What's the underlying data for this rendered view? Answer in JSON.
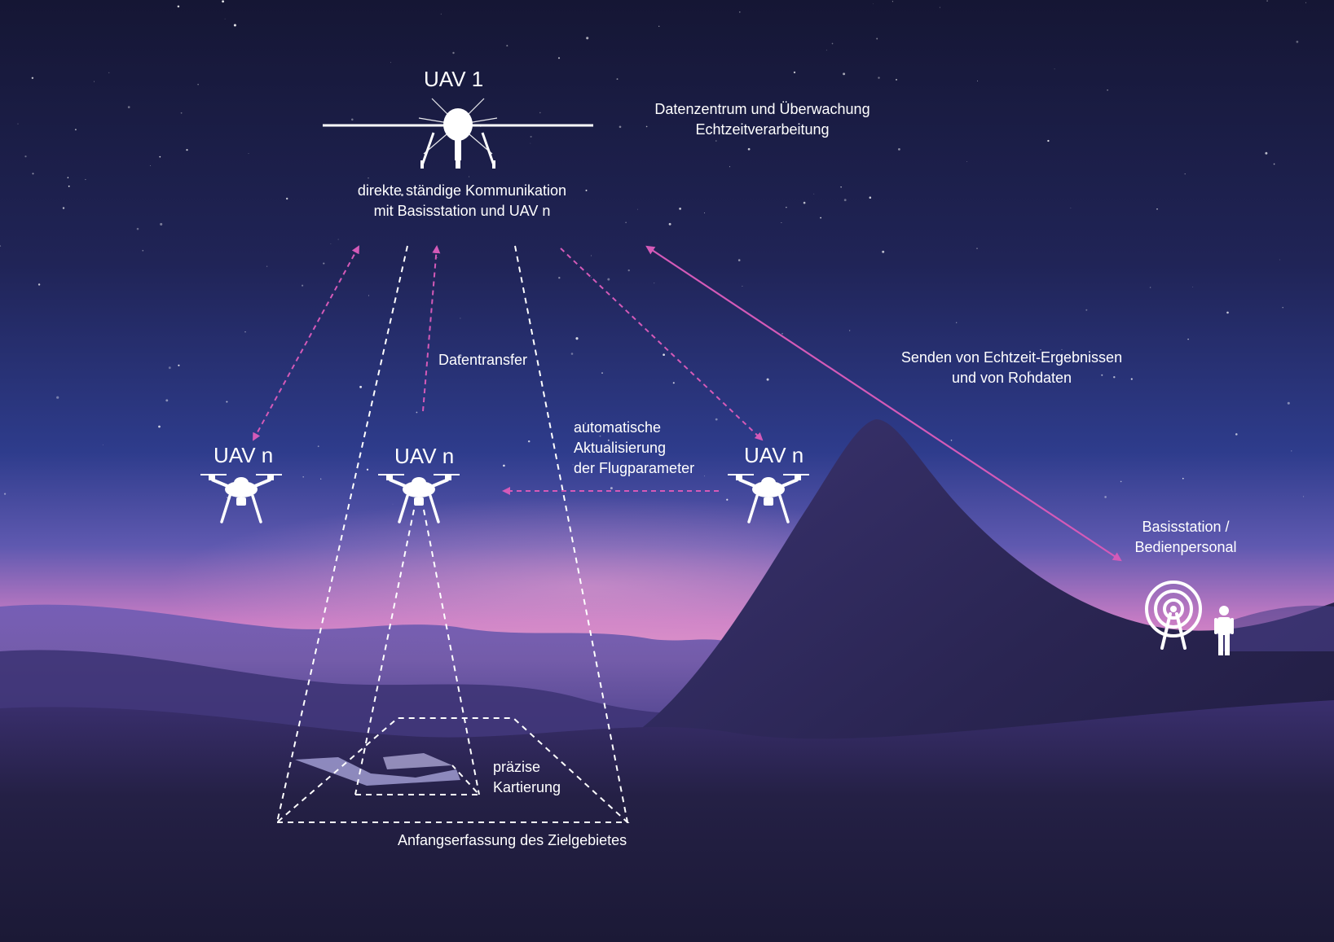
{
  "uav_main": {
    "title": "UAV 1",
    "communication": [
      "direkte ständige Kommunikation",
      "mit Basisstation und UAV n"
    ]
  },
  "datacenter": [
    "Datenzentrum und Überwachung",
    "Echtzeitverarbeitung"
  ],
  "uav_swarm": {
    "left_label": "UAV n",
    "center_label": "UAV n",
    "right_label": "UAV n"
  },
  "datatransfer": "Datentransfer",
  "flight_update": [
    "automatische",
    "Aktualisierung",
    "der Flugparameter"
  ],
  "results": [
    "Senden von Echtzeit-Ergebnissen",
    "und von Rohdaten"
  ],
  "base_station": [
    "Basisstation /",
    "Bedienpersonal"
  ],
  "mapping": [
    "präzise",
    "Kartierung"
  ],
  "target_area": "Anfangserfassung des Zielgebietes",
  "colors": {
    "sky_top": "#141634",
    "sky_mid": "#2c3a86",
    "horizon": "#d98ac6",
    "mountain": "#2a2550",
    "ground": "#1c1a3a",
    "arrow": "#d45ab8",
    "line": "#ffffff"
  },
  "icons": [
    "fixed-wing-uav-icon",
    "quadcopter-icon",
    "radio-tower-icon",
    "person-icon"
  ]
}
